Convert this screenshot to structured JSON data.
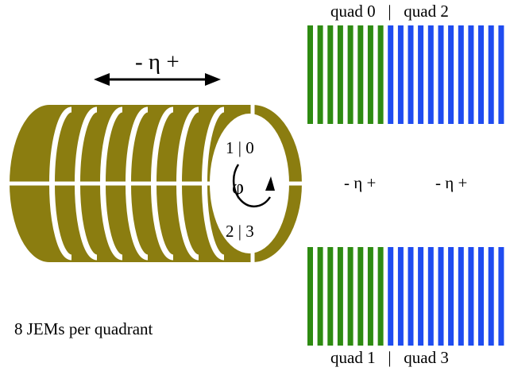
{
  "labels": {
    "eta_arrow": "- η +",
    "top_quads": "quad 0   |   quad 2",
    "bottom_quads": "quad 1   |   quad 3",
    "eta_left": "- η +",
    "eta_right": "- η +",
    "phi": "φ",
    "quadrants_upper": "1 | 0",
    "quadrants_lower": "2 | 3",
    "caption": "8 JEMs per quadrant"
  },
  "colors": {
    "cylinder": "#8b7d10",
    "cylinder_dark": "#6f6400",
    "green_stripes": "#2e8b12",
    "blue_stripes": "#1f4cf0"
  },
  "stripes": {
    "green_count": 8,
    "blue_count": 12
  }
}
